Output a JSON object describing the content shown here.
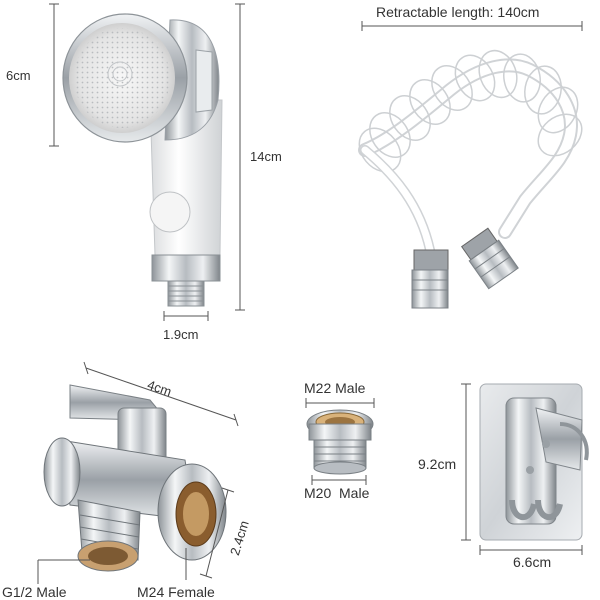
{
  "shower_head": {
    "height_label": "6cm",
    "total_length_label": "14cm",
    "thread_width_label": "1.9cm"
  },
  "hose": {
    "length_label": "Retractable length: 140cm"
  },
  "valve": {
    "width_label": "4cm",
    "depth_label": "2.4cm",
    "outlet_label": "G1/2 Male",
    "inlet_label": "M24 Female"
  },
  "adapter": {
    "top_label": "M22 Male",
    "bottom_label": "M20  Male"
  },
  "holder": {
    "height_label": "9.2cm",
    "width_label": "6.6cm"
  },
  "colors": {
    "background": "#ffffff",
    "chrome": "#c8ccd0",
    "white_plastic": "#f2f2f2",
    "brass": "#b08a55",
    "dimension_line": "#555555"
  }
}
